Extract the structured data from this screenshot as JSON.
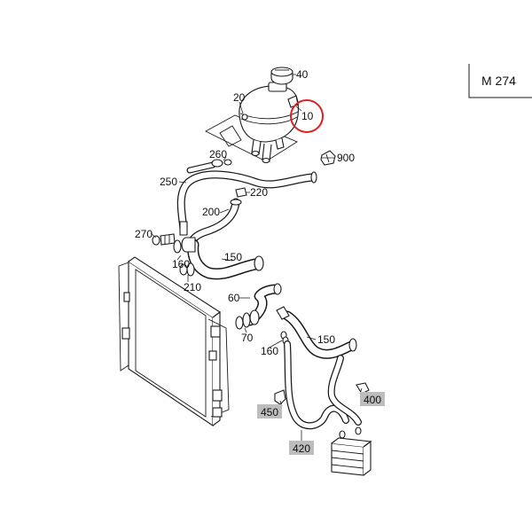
{
  "engine_box": {
    "label": "M 274"
  },
  "callouts": [
    {
      "id": "40",
      "label": "40"
    },
    {
      "id": "20",
      "label": "20"
    },
    {
      "id": "10",
      "label": "10"
    },
    {
      "id": "900",
      "label": "900"
    },
    {
      "id": "260",
      "label": "260"
    },
    {
      "id": "250",
      "label": "250"
    },
    {
      "id": "220",
      "label": "220"
    },
    {
      "id": "200",
      "label": "200"
    },
    {
      "id": "270",
      "label": "270"
    },
    {
      "id": "150a",
      "label": "150"
    },
    {
      "id": "160a",
      "label": "160"
    },
    {
      "id": "210",
      "label": "210"
    },
    {
      "id": "60",
      "label": "60"
    },
    {
      "id": "70",
      "label": "70"
    },
    {
      "id": "150b",
      "label": "150"
    },
    {
      "id": "160b",
      "label": "160"
    },
    {
      "id": "400",
      "label": "400"
    },
    {
      "id": "450",
      "label": "450"
    },
    {
      "id": "420",
      "label": "420"
    }
  ],
  "highlight": {
    "part": "10",
    "color": "#e02020"
  }
}
